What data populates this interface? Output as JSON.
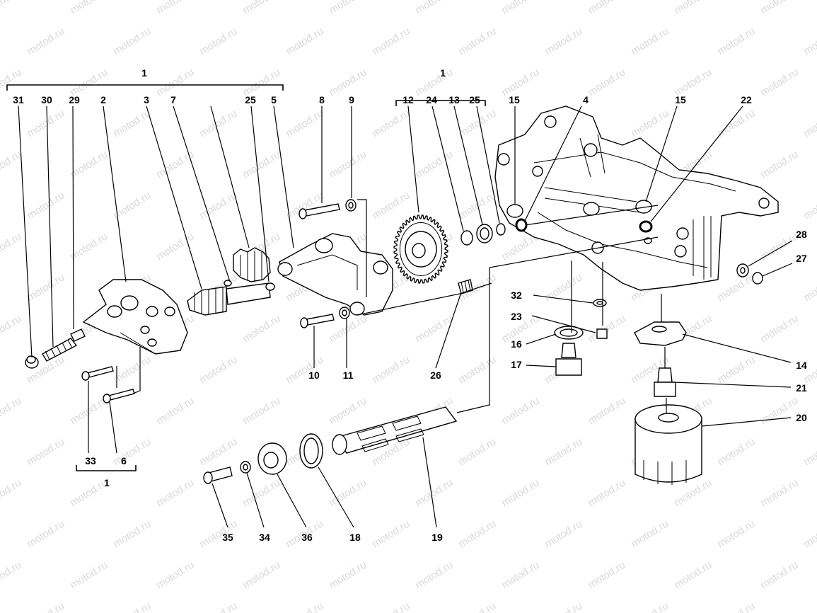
{
  "watermark": "motod.ru",
  "callouts": {
    "c31": "31",
    "c30": "30",
    "c29": "29",
    "c2": "2",
    "c3": "3",
    "c7": "7",
    "c25a": "25",
    "c5": "5",
    "c8": "8",
    "c9": "9",
    "c12": "12",
    "c24": "24",
    "c13": "13",
    "c25b": "25",
    "c15a": "15",
    "c4": "4",
    "c15b": "15",
    "c22": "22",
    "c28": "28",
    "c27": "27",
    "c10": "10",
    "c11": "11",
    "c26": "26",
    "c32": "32",
    "c23": "23",
    "c16": "16",
    "c17": "17",
    "c14": "14",
    "c21": "21",
    "c20": "20",
    "c33": "33",
    "c6": "6",
    "c35": "35",
    "c34": "34",
    "c36": "36",
    "c18": "18",
    "c19": "19"
  },
  "groups": {
    "g_left": "1",
    "g_gear": "1",
    "g_bolts": "1"
  }
}
